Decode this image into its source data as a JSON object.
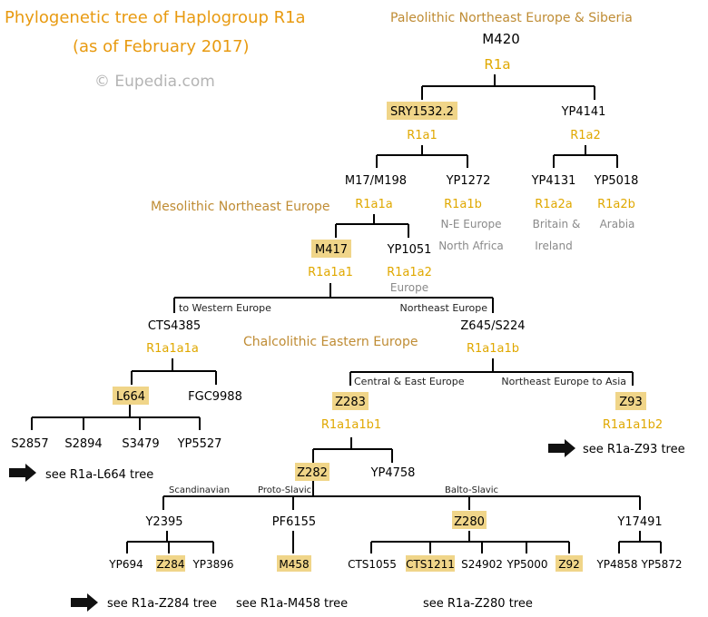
{
  "header": {
    "title_line1": "Phylogenetic tree of Haplogroup R1a",
    "title_line2": "(as of February 2017)",
    "credit": "© Eupedia.com"
  },
  "colors": {
    "accent_orange": "#e89a10",
    "clade_gold": "#e0a800",
    "era_brown": "#bf8c34",
    "highlight_fill": "#f0d589",
    "region_gray": "#8a8a8a",
    "line": "#000000"
  },
  "eras": {
    "paleolithic": "Paleolithic Northeast Europe & Siberia",
    "mesolithic": "Mesolithic Northeast Europe",
    "chalcolithic": "Chalcolithic Eastern Europe"
  },
  "snps": {
    "m420": "M420",
    "sry1532": "SRY1532.2",
    "yp4141": "YP4141",
    "m17": "M17/M198",
    "yp1272": "YP1272",
    "yp4131": "YP4131",
    "yp5018": "YP5018",
    "m417": "M417",
    "yp1051": "YP1051",
    "cts4385": "CTS4385",
    "z645": "Z645/S224",
    "l664": "L664",
    "fgc9988": "FGC9988",
    "z283": "Z283",
    "z93": "Z93",
    "s2857": "S2857",
    "s2894": "S2894",
    "s3479": "S3479",
    "yp5527": "YP5527",
    "z282": "Z282",
    "yp4758": "YP4758",
    "y2395": "Y2395",
    "pf6155": "PF6155",
    "z280": "Z280",
    "y17491": "Y17491",
    "yp694": "YP694",
    "z284": "Z284",
    "yp3896": "YP3896",
    "m458": "M458",
    "cts1055": "CTS1055",
    "cts1211": "CTS1211",
    "s24902": "S24902",
    "yp5000": "YP5000",
    "z92": "Z92",
    "yp4858": "YP4858",
    "yp5872": "YP5872"
  },
  "clades": {
    "r1a": "R1a",
    "r1a1": "R1a1",
    "r1a2": "R1a2",
    "r1a1a": "R1a1a",
    "r1a1b": "R1a1b",
    "r1a2a": "R1a2a",
    "r1a2b": "R1a2b",
    "r1a1a1": "R1a1a1",
    "r1a1a2": "R1a1a2",
    "r1a1a1a": "R1a1a1a",
    "r1a1a1b": "R1a1a1b",
    "r1a1a1b1": "R1a1a1b1",
    "r1a1a1b2": "R1a1a1b2"
  },
  "regions": {
    "r1a1b_line1": "N-E Europe",
    "r1a1b_line2": "North Africa",
    "r1a2a_line1": "Britain &",
    "r1a2a_line2": "Ireland",
    "r1a2b": "Arabia",
    "r1a1a2": "Europe"
  },
  "branch_labels": {
    "western_europe": "to Western Europe",
    "northeast_europe": "Northeast Europe",
    "central_east_europe": "Central & East Europe",
    "northeast_to_asia": "Northeast Europe to Asia",
    "scandinavian": "Scandinavian",
    "proto_slavic": "Proto-Slavic",
    "balto_slavic": "Balto-Slavic"
  },
  "links": {
    "z93_tree": "see R1a-Z93 tree",
    "l664_tree": "see R1a-L664 tree",
    "z284_tree": "see R1a-Z284 tree",
    "m458_tree": "see R1a-M458 tree",
    "z280_tree": "see R1a-Z280 tree"
  }
}
